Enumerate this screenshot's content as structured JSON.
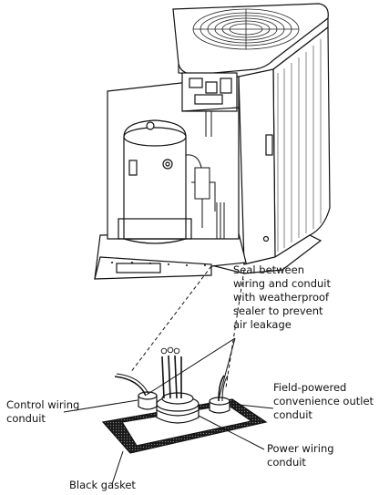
{
  "callouts": {
    "seal": "Seal between\nwiring and conduit\nwith weatherproof\nsealer to prevent\nair leakage",
    "control_conduit": "Control wiring\nconduit",
    "field_outlet": "Field-powered\nconvenience outlet\nconduit",
    "power_conduit": "Power wiring\nconduit",
    "gasket": "Black gasket"
  },
  "colors": {
    "line": "#111111",
    "panel": "#d8d8d8",
    "gasket": "#1a1a1a"
  }
}
